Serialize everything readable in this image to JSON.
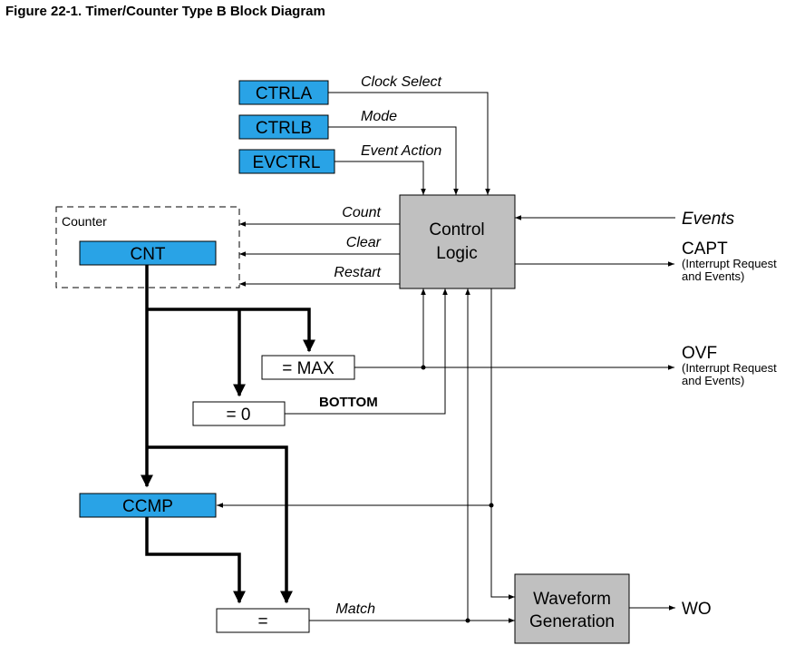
{
  "figure_title": "Figure 22-1.  Timer/Counter Type B Block Diagram",
  "colors": {
    "register": "#29a3e6",
    "logic_block": "#c0c0c0",
    "line": "#000000"
  },
  "registers": {
    "ctrla": "CTRLA",
    "ctrlb": "CTRLB",
    "evctrl": "EVCTRL",
    "cnt": "CNT",
    "ccmp": "CCMP"
  },
  "signals": {
    "clock_select": "Clock Select",
    "mode": "Mode",
    "event_action": "Event Action",
    "count": "Count",
    "clear": "Clear",
    "restart": "Restart",
    "match": "Match"
  },
  "blocks": {
    "counter_group": "Counter",
    "control_logic_line1": "Control",
    "control_logic_line2": "Logic",
    "waveform_line1": "Waveform",
    "waveform_line2": "Generation",
    "max_compare": "= MAX",
    "zero_compare": "= 0",
    "equal_compare": "=",
    "bottom": "BOTTOM"
  },
  "outputs": {
    "events": "Events",
    "capt": "CAPT",
    "capt_sub1": "(Interrupt Request",
    "capt_sub2": "and Events)",
    "ovf": "OVF",
    "ovf_sub1": "(Interrupt Request",
    "ovf_sub2": "and Events)",
    "wo": "WO"
  }
}
